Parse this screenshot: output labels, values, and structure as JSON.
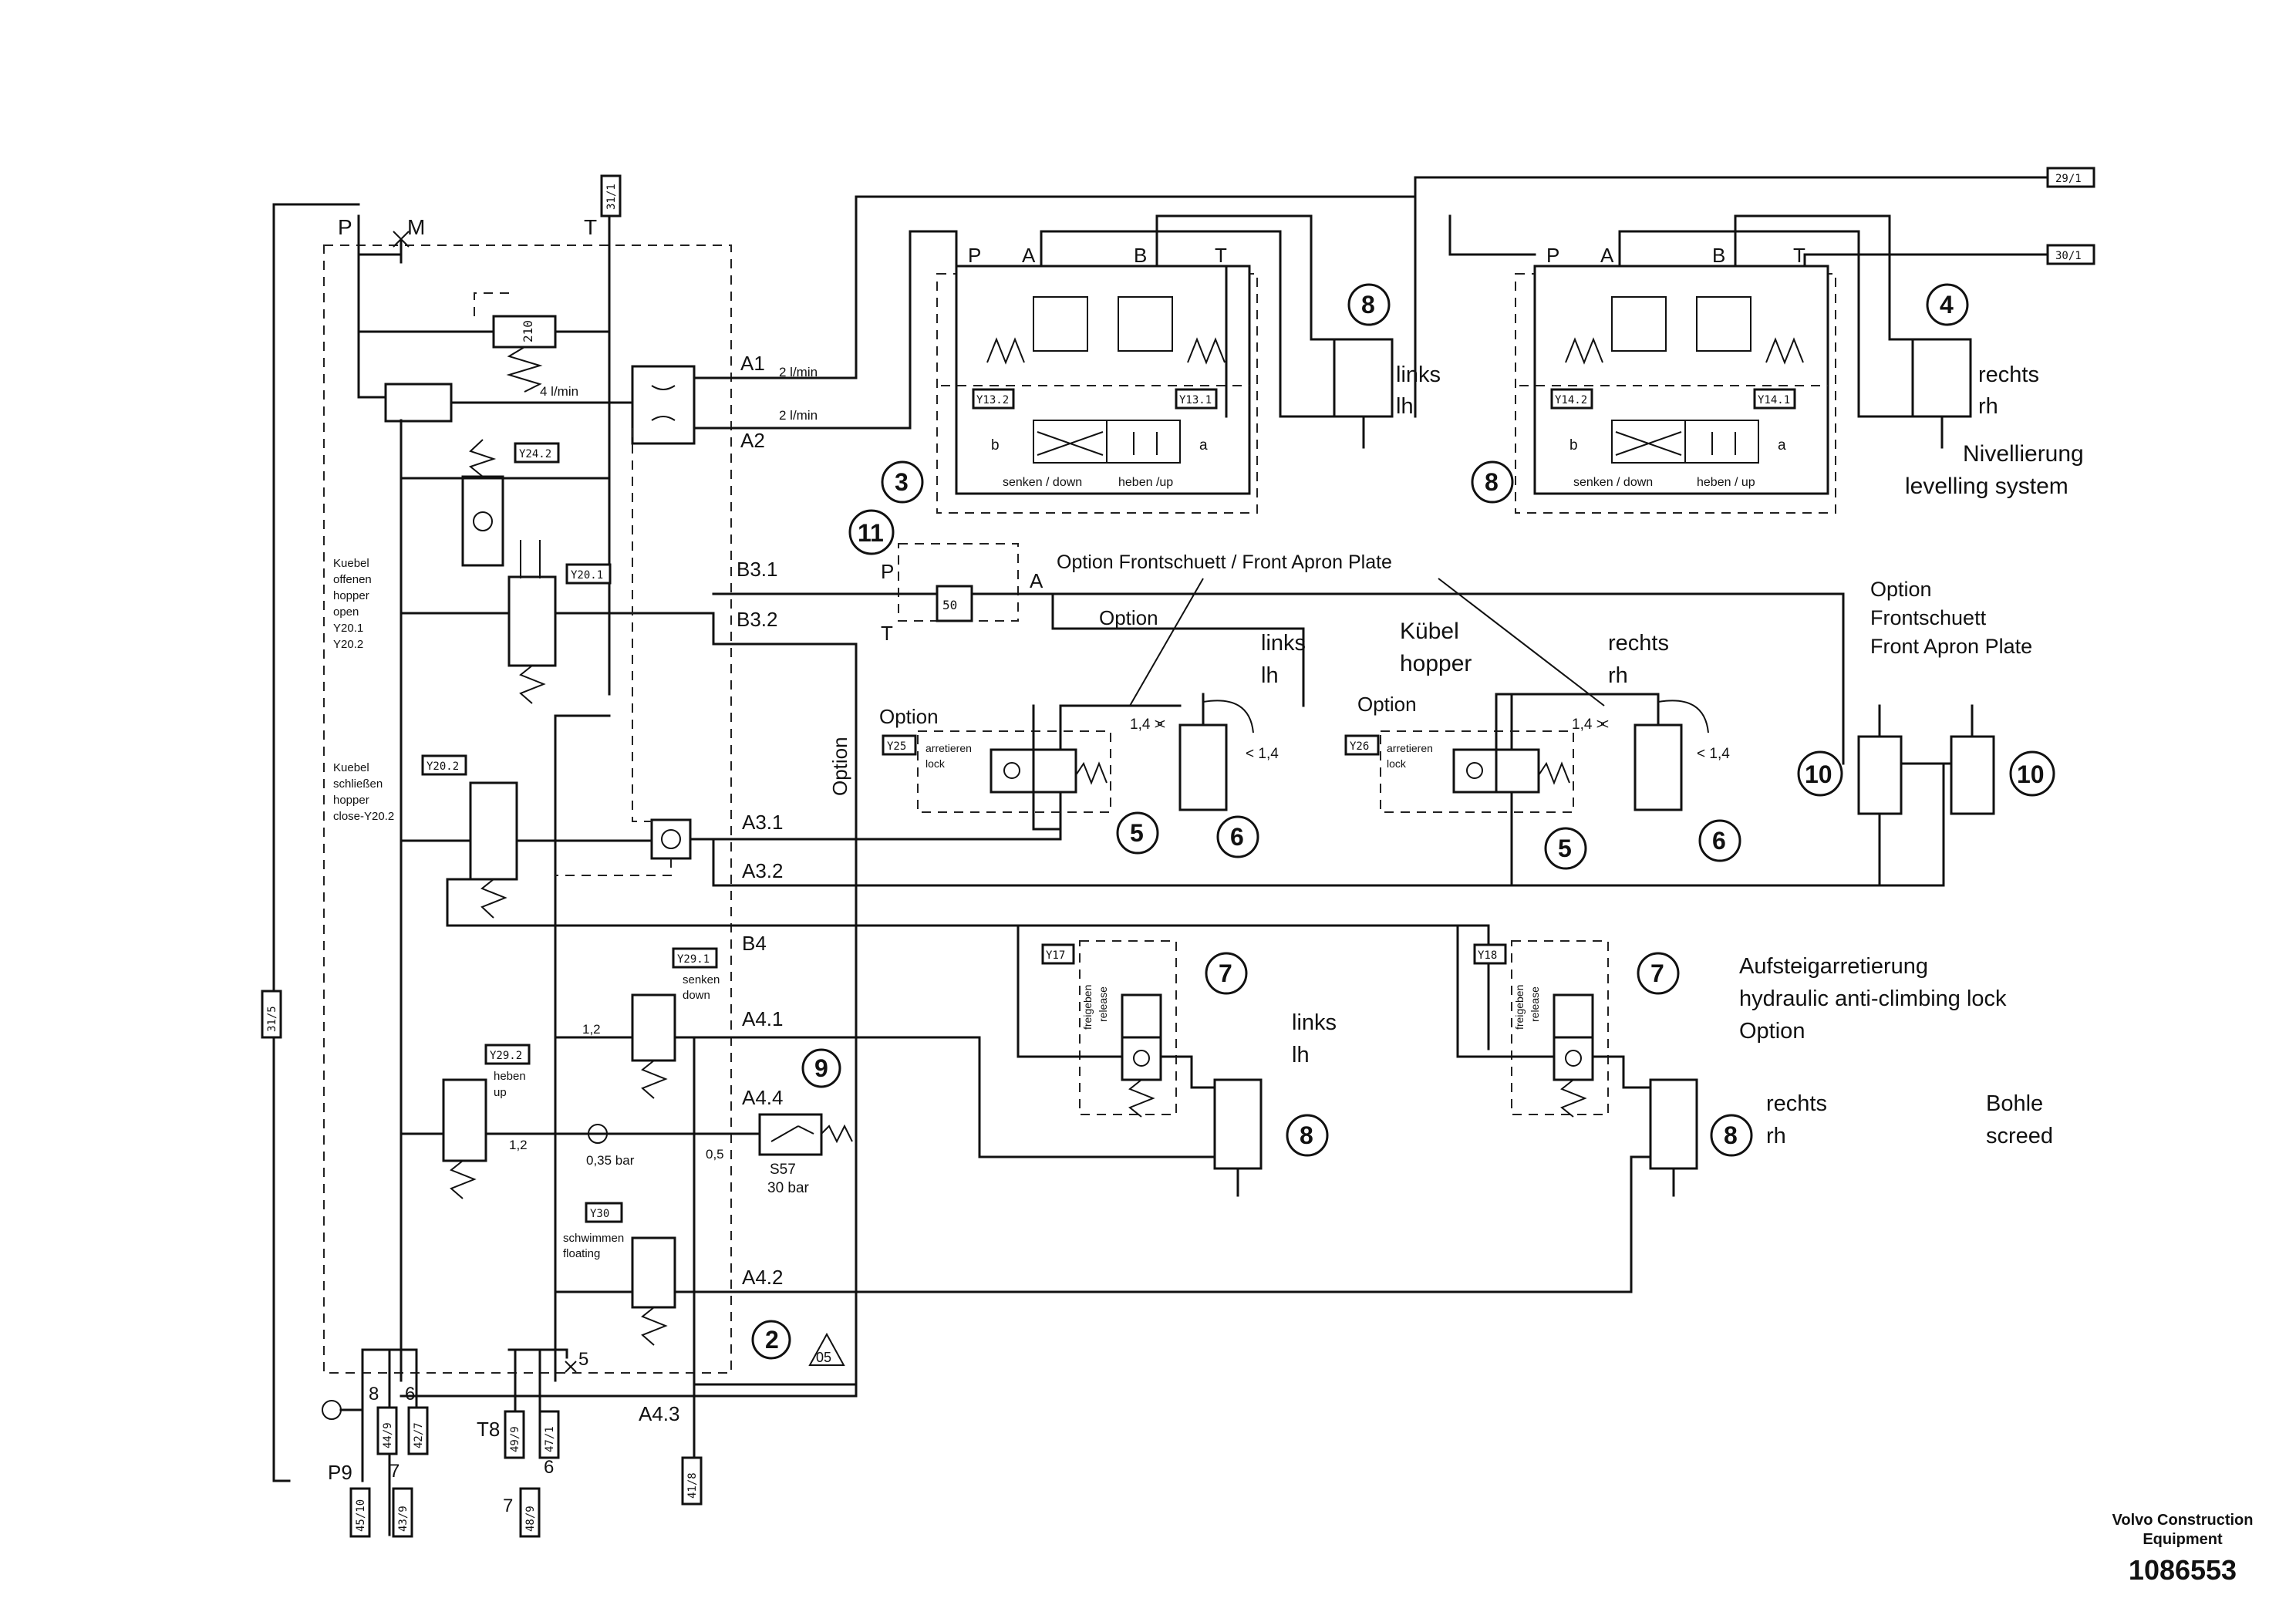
{
  "ports": {
    "P": "P",
    "M": "M",
    "T": "T",
    "A1": "A1",
    "A2": "A2",
    "B31": "B3.1",
    "B32": "B3.2",
    "A31": "A3.1",
    "A32": "A3.2",
    "B4": "B4",
    "A41": "A4.1",
    "A44": "A4.4",
    "A42": "A4.2",
    "A43": "A4.3",
    "P9": "P9",
    "T8": "T8",
    "p8": "8",
    "p6": "6",
    "p7": "7",
    "p5": "5",
    "v3P": "P",
    "v3A": "A",
    "v3B": "B",
    "v3T": "T",
    "v8P": "P",
    "v8A": "A",
    "v8B": "B",
    "v8T": "T",
    "v11P": "P",
    "v11T": "T",
    "v11A": "A",
    "a": "a",
    "b": "b"
  },
  "refs": {
    "r311": "31/1",
    "r295": "31/5",
    "r291": "29/1",
    "r301": "30/1",
    "r449": "44/9",
    "r427": "42/7",
    "r4510": "45/10",
    "r439": "43/9",
    "r499": "49/9",
    "r471": "47/1",
    "r489": "48/9",
    "r418": "41/8"
  },
  "values": {
    "v210": "210",
    "flow21a": "2 l/min",
    "flow21b": "2 l/min",
    "flow4": "4 l/min",
    "v50": "50",
    "c12a": "1,2",
    "c12b": "1,2",
    "c05": "0,5",
    "ck035": "0,35 bar",
    "s57": "S57",
    "s57b": "30 bar",
    "warn05": "05",
    "r14a": "1,4 >",
    "r14b": "< 1,4",
    "r14c": "1,4 >",
    "r14d": "< 1,4",
    "lt": "<"
  },
  "solenoids": {
    "Y242": "Y24.2",
    "Y201": "Y20.1",
    "Y202": "Y20.2",
    "Y291": "Y29.1",
    "Y292": "Y29.2",
    "Y30": "Y30",
    "Y25": "Y25",
    "Y26": "Y26",
    "Y17": "Y17",
    "Y18": "Y18",
    "Y132": "Y13.2",
    "Y131": "Y13.1",
    "Y142": "Y14.2",
    "Y141": "Y14.1"
  },
  "labels": {
    "kuebelOpen": [
      "Kuebel",
      "offenen",
      "hopper",
      "open",
      "Y20.1",
      "Y20.2"
    ],
    "kuebelClose": [
      "Kuebel",
      "schließen",
      "hopper",
      "close-Y20.2"
    ],
    "senkenDown": [
      "senken",
      "down"
    ],
    "hebenUp": [
      "heben",
      "up"
    ],
    "schwimmen": [
      "schwimmen",
      "floating"
    ],
    "arretieren": [
      "arretieren",
      "lock"
    ],
    "freigeben": [
      "freigeben",
      "release"
    ],
    "senkenDownV": "senken / down",
    "hebenUpV": "heben /up",
    "hebenUpV2": "heben / up",
    "optionVert": "Option",
    "optionFront": "Option Frontschuett / Front Apron Plate",
    "option1": "Option",
    "option2": "Option",
    "option3": "Option",
    "linksLh1": [
      "links",
      "lh"
    ],
    "linksLh2": [
      "links",
      "lh"
    ],
    "linksLh3": [
      "links",
      "lh"
    ],
    "rechtsRh1": [
      "rechts",
      "rh"
    ],
    "rechtsRh2": [
      "rechts",
      "rh"
    ],
    "rechtsRh3": [
      "rechts",
      "rh"
    ],
    "kuebelHopper": [
      "Kübel",
      "hopper"
    ],
    "nivellierung": [
      "Nivellierung",
      "levelling system"
    ],
    "frontApron": [
      "Option",
      "Frontschuett",
      "Front Apron Plate"
    ],
    "aufsteig": [
      "Aufsteigarretierung",
      "hydraulic anti-climbing lock",
      "Option"
    ],
    "bohle": [
      "Bohle",
      "screed"
    ]
  },
  "callouts": {
    "c2": "2",
    "c3": "3",
    "c4": "4",
    "c5a": "5",
    "c5b": "5",
    "c6a": "6",
    "c6b": "6",
    "c7a": "7",
    "c7b": "7",
    "c8a": "8",
    "c8b": "8",
    "c8c": "8",
    "c8d": "8",
    "c9": "9",
    "c10a": "10",
    "c10b": "10",
    "c11": "11"
  },
  "footer": {
    "company1": "Volvo Construction",
    "company2": "Equipment",
    "docnum": "1086553"
  }
}
